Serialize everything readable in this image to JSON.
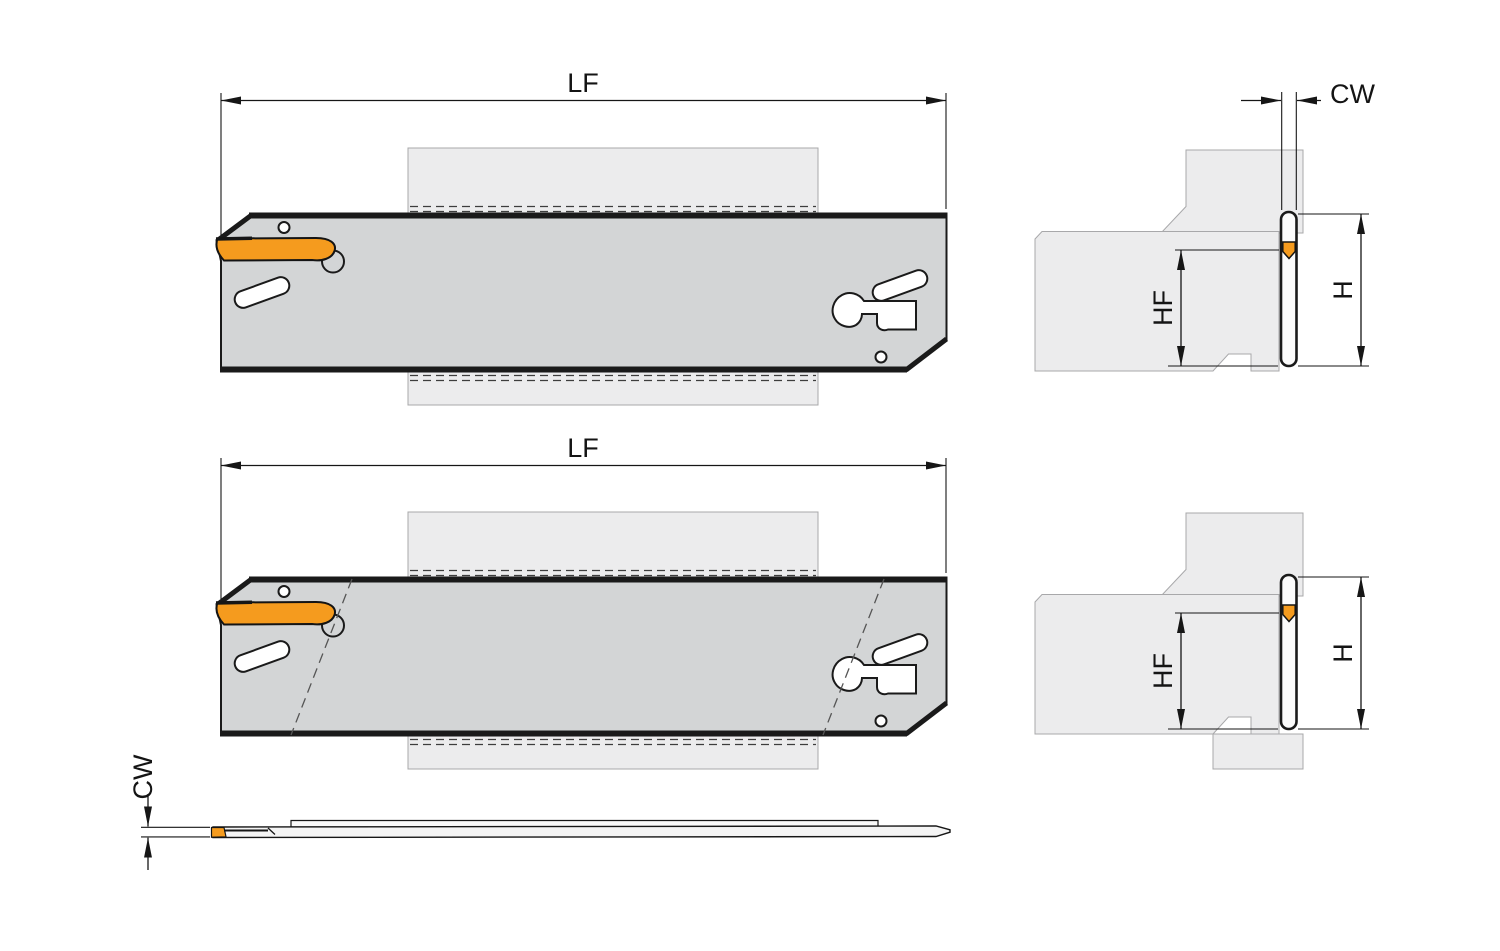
{
  "diagram": {
    "labels": {
      "lf_top": "LF",
      "lf_middle": "LF",
      "cw_top": "CW",
      "cw_bottom": "CW",
      "hf_top": "HF",
      "hf_middle": "HF",
      "h_top": "H",
      "h_middle": "H"
    },
    "colors": {
      "insert_orange": "#f59b1e",
      "blade_fill": "#d3d5d6",
      "ghost_fill": "#ececed",
      "outline": "#1a1a1a",
      "dimension": "#161616"
    }
  }
}
